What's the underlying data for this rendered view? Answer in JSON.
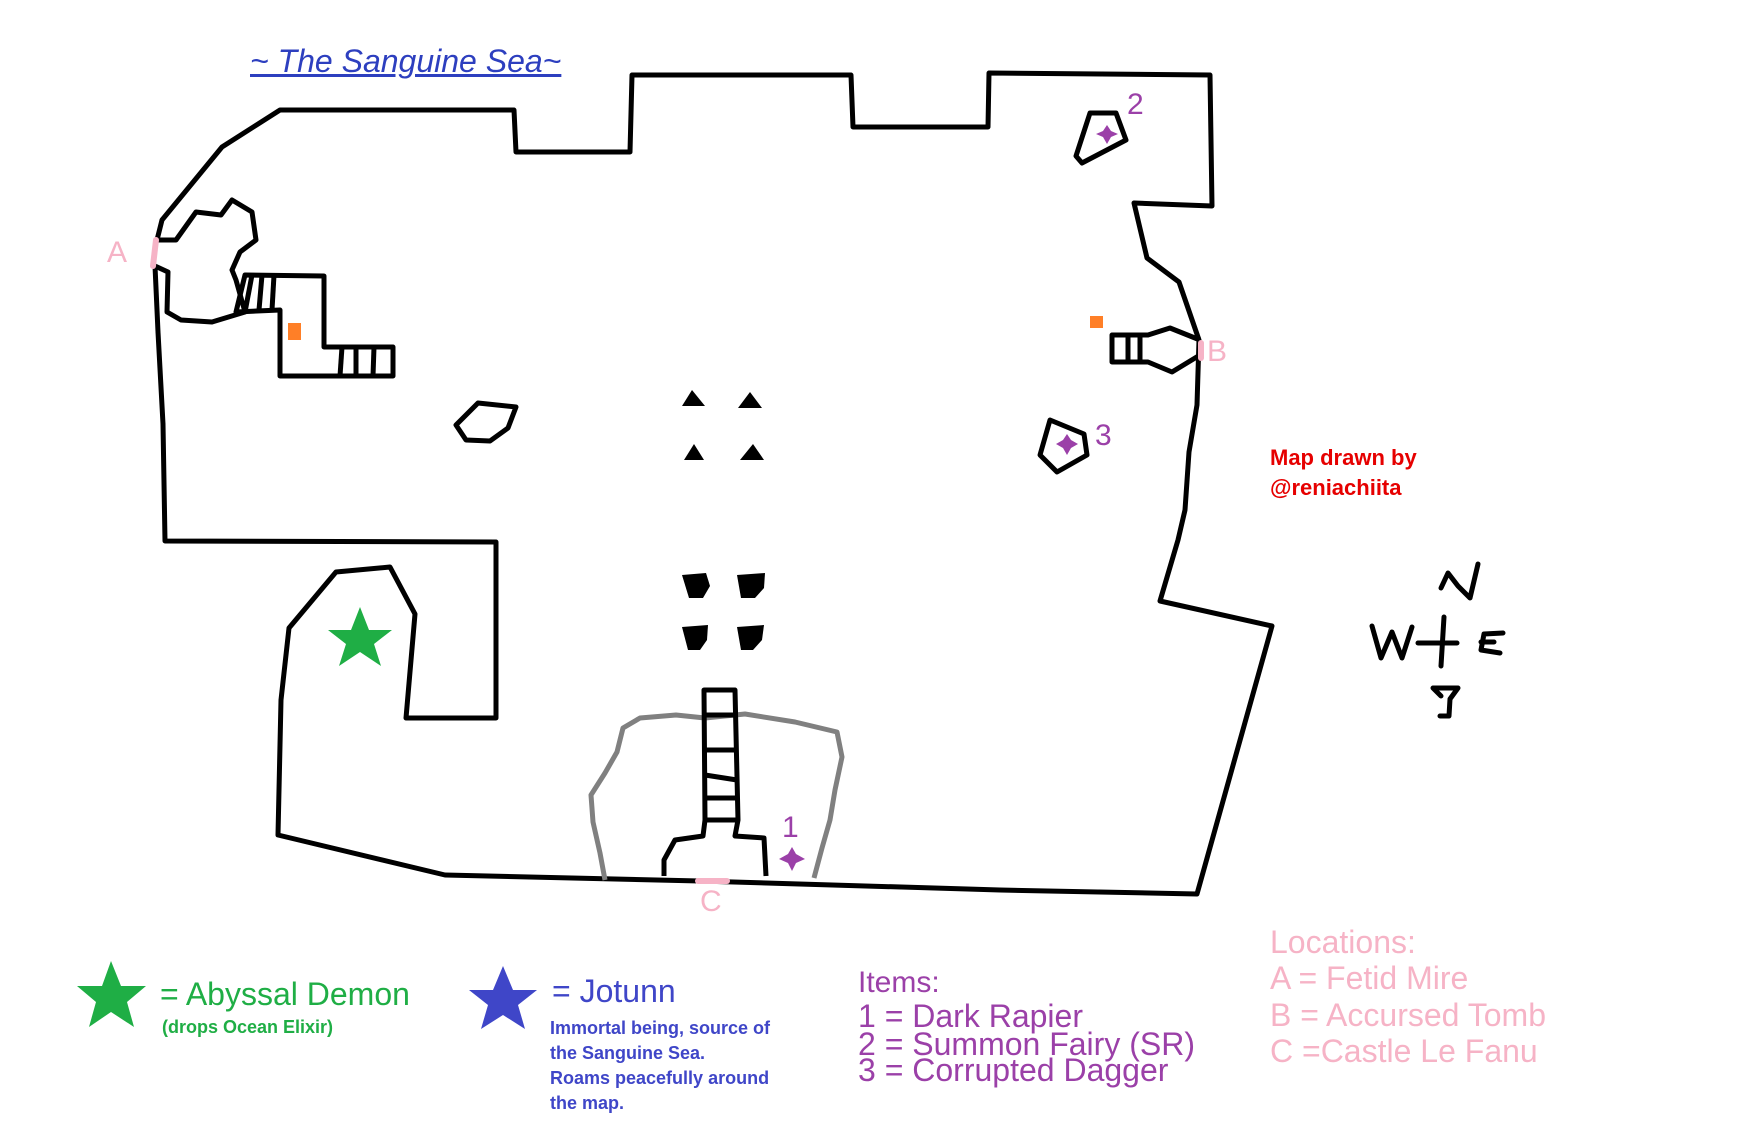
{
  "title": "~ The Sanguine Sea~",
  "colors": {
    "title": "#2d3fbf",
    "wall": "#000000",
    "cave_outline": "#808080",
    "gate": "#f6b3c6",
    "item": "#9b40a8",
    "abyssal": "#1fae45",
    "jotunn": "#3f46c8",
    "credit": "#e60000",
    "chest": "#ff7f27"
  },
  "gates": {
    "a": "A",
    "b": "B",
    "c": "C"
  },
  "item_numbers": {
    "one": "1",
    "two": "2",
    "three": "3"
  },
  "credit": {
    "line1": "Map drawn by",
    "line2": "@reniachiita"
  },
  "compass": {
    "n": "N",
    "w": "W",
    "e": "E",
    "s": "S"
  },
  "legend": {
    "abyssal": {
      "label": "= Abyssal Demon",
      "note": "(drops Ocean Elixir)",
      "icon": "star-icon"
    },
    "jotunn": {
      "label": "= Jotunn",
      "note_lines": [
        "Immortal being, source of",
        "the Sanguine Sea.",
        "Roams peacefully around",
        "the map."
      ],
      "icon": "star-icon"
    }
  },
  "items": {
    "heading": "Items:",
    "list": [
      "1 = Dark Rapier",
      "2 = Summon Fairy (SR)",
      "3 = Corrupted Dagger"
    ]
  },
  "locations": {
    "heading": "Locations:",
    "list": [
      "A = Fetid Mire",
      "B = Accursed Tomb",
      "C =Castle Le Fanu"
    ]
  }
}
